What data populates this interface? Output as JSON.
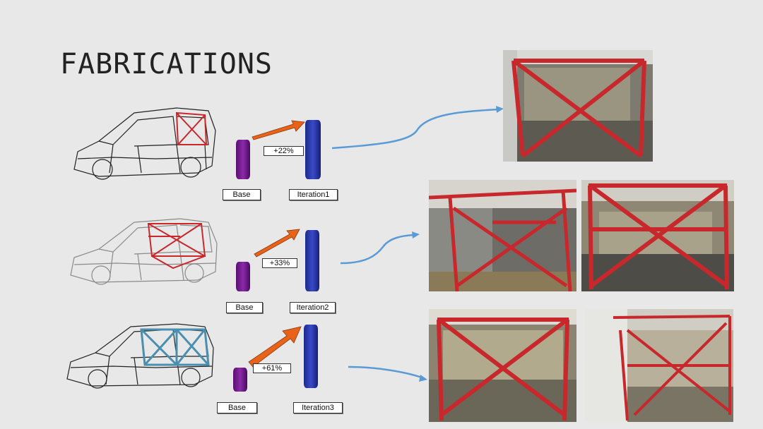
{
  "title": "FABRICATIONS",
  "colors": {
    "background": "#e8e8e8",
    "base_bar": "#6b1a88",
    "iteration_bar": "#2e3bb0",
    "growth_arrow": "#e8621a",
    "connector_arrow": "#5b9bd5",
    "roll_cage": "#c8282c",
    "roll_cage_blue": "#4a8fb0"
  },
  "rows": [
    {
      "base_label": "Base",
      "iteration_label": "Iteration1",
      "delta": "+22%",
      "base_value": 0.52,
      "iteration_value": 0.82
    },
    {
      "base_label": "Base",
      "iteration_label": "Iteration2",
      "delta": "+33%",
      "base_value": 0.5,
      "iteration_value": 0.85
    },
    {
      "base_label": "Base",
      "iteration_label": "Iteration3",
      "delta": "+61%",
      "base_value": 0.35,
      "iteration_value": 0.87
    }
  ]
}
